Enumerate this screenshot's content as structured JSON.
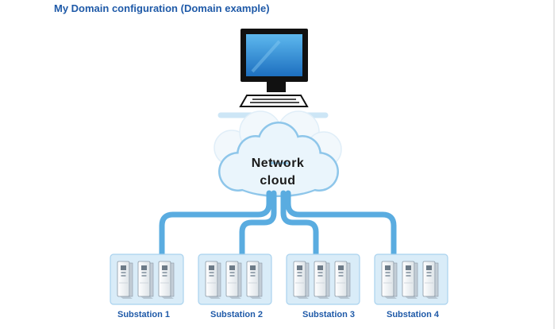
{
  "header": {
    "title": "My Domain configuration (Domain example)"
  },
  "cloud": {
    "label_line1": "Network",
    "label_line2": "cloud"
  },
  "computer": {
    "icon": "computer-icon"
  },
  "substations": [
    {
      "label": "Substation 1"
    },
    {
      "label": "Substation 2"
    },
    {
      "label": "Substation 3"
    },
    {
      "label": "Substation 4"
    }
  ],
  "colors": {
    "title": "#1f5aa8",
    "link": "#5aace0",
    "cloud_fill": "#eaf5fc",
    "cloud_stroke": "#8ec6ea"
  }
}
